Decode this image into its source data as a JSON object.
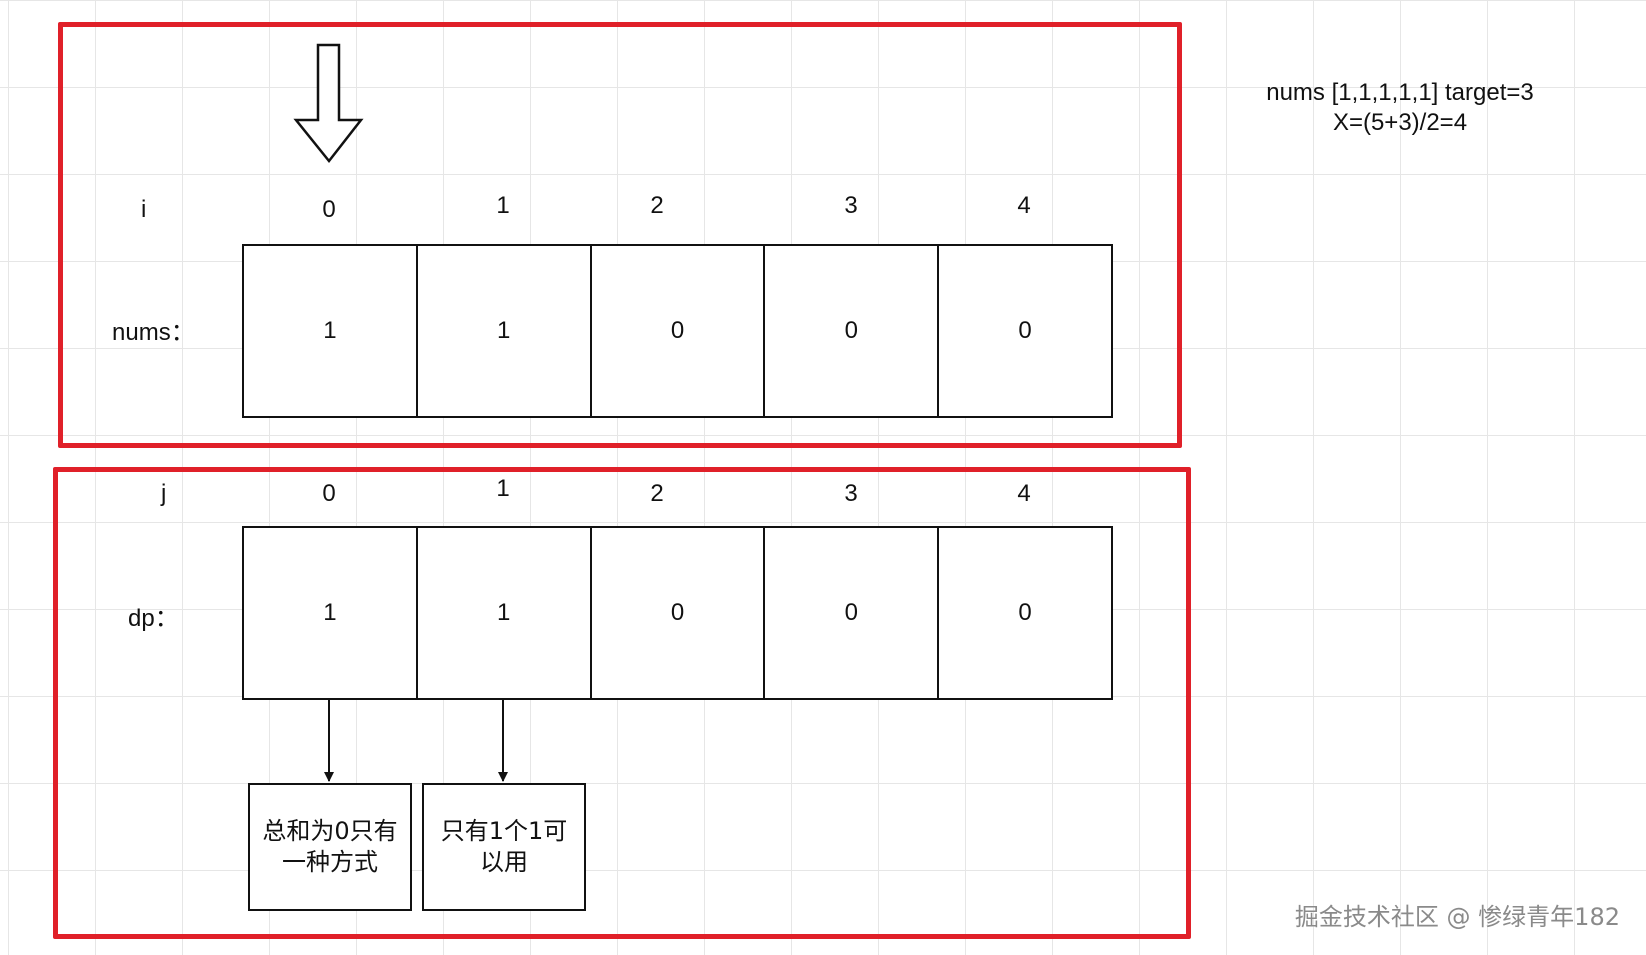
{
  "labels": {
    "i": "i",
    "nums": "nums：",
    "j": "j",
    "dp": "dp："
  },
  "i_indices": [
    "0",
    "1",
    "2",
    "3",
    "4"
  ],
  "j_indices": [
    "0",
    "1",
    "2",
    "3",
    "4"
  ],
  "nums_values": [
    "1",
    "1",
    "0",
    "0",
    "0"
  ],
  "dp_values": [
    "1",
    "1",
    "0",
    "0",
    "0"
  ],
  "notes": [
    "总和为0只有一种方式",
    "只有1个1可以用"
  ],
  "formula": {
    "line1": "nums [1,1,1,1,1] target=3",
    "line2": "X=(5+3)/2=4"
  },
  "watermark": "掘金技术社区 @ 惨绿青年182",
  "colors": {
    "frame": "#e02029",
    "stroke": "#111111",
    "grid": "#e6e6e6"
  }
}
